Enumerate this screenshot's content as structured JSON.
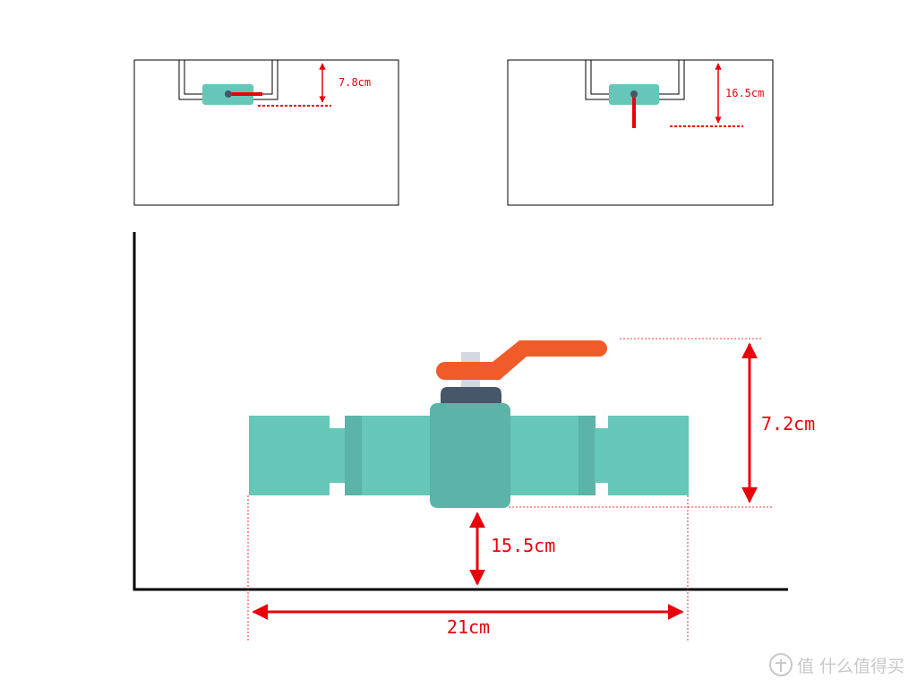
{
  "colors": {
    "accent_red": "#e8000b",
    "pipe_teal": "#66c6b7",
    "pipe_dark": "#5bb4a7",
    "handle_orange": "#f15a29",
    "bonnet_navy": "#475669",
    "stem_gray": "#d3d8e0"
  },
  "inset_left": {
    "dimension_label": "7.8cm",
    "handle_state": "horizontal"
  },
  "inset_right": {
    "dimension_label": "16.5cm",
    "handle_state": "vertical-down"
  },
  "main": {
    "height_label": "7.2cm",
    "clearance_label": "15.5cm",
    "width_label": "21cm"
  },
  "watermark": {
    "text": "值 什么值得买",
    "icon": "smzdm-logo-icon"
  }
}
